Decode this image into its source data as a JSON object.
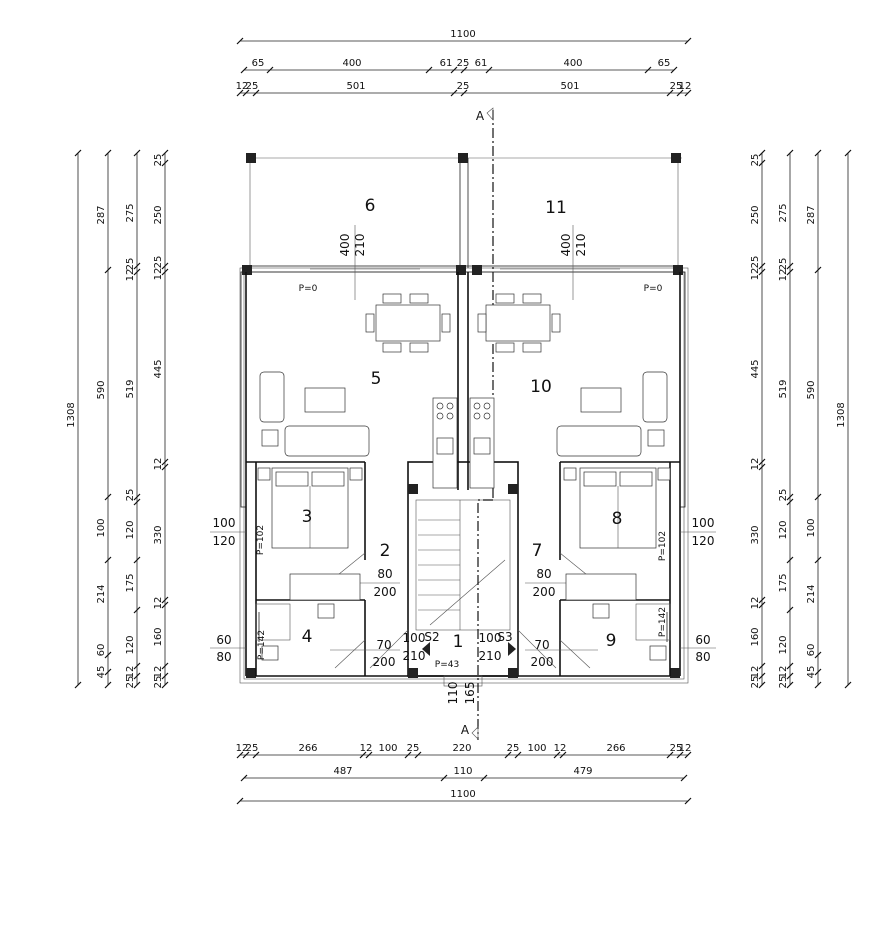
{
  "plan": {
    "top_dims": {
      "overall": "1100",
      "row2": [
        "65",
        "400",
        "61",
        "25",
        "61",
        "400",
        "65"
      ],
      "row3": [
        "12",
        "25",
        "501",
        "25",
        "501",
        "25",
        "12"
      ]
    },
    "bottom_dims": {
      "row1": [
        "12",
        "25",
        "266",
        "12",
        "100",
        "25",
        "220",
        "25",
        "100",
        "12",
        "266",
        "25",
        "12"
      ],
      "row2": [
        "487",
        "110",
        "479"
      ],
      "overall": "1100"
    },
    "left_dims": {
      "col1": [
        "1308"
      ],
      "col2": [
        "287",
        "590",
        "100",
        "214",
        "60",
        "45"
      ],
      "col3": [
        "275",
        "25",
        "12",
        "519",
        "25",
        "120",
        "175",
        "120",
        "12",
        "25"
      ],
      "col4": [
        "25",
        "250",
        "25",
        "12",
        "445",
        "12",
        "330",
        "12",
        "160",
        "12",
        "25"
      ]
    },
    "right_dims": {
      "col1": [
        "25",
        "250",
        "25",
        "12",
        "445",
        "12",
        "330",
        "12",
        "160",
        "12",
        "25"
      ],
      "col2": [
        "275",
        "25",
        "12",
        "519",
        "25",
        "120",
        "175",
        "120",
        "12",
        "25"
      ],
      "col3": [
        "287",
        "590",
        "100",
        "214",
        "60",
        "45"
      ],
      "col4": [
        "1308"
      ]
    },
    "rooms": [
      "1",
      "2",
      "3",
      "4",
      "5",
      "6",
      "7",
      "8",
      "9",
      "10",
      "11"
    ],
    "openings": {
      "terrace_left": [
        "400",
        "210"
      ],
      "terrace_right": [
        "400",
        "210"
      ],
      "p_terrace_left": "P=0",
      "p_terrace_right": "P=0",
      "bed_win_left": [
        "100",
        "120"
      ],
      "bed_win_right": [
        "100",
        "120"
      ],
      "door_2": [
        "80",
        "200"
      ],
      "door_7": [
        "80",
        "200"
      ],
      "bath_win_left": [
        "60",
        "80"
      ],
      "bath_win_right": [
        "60",
        "80"
      ],
      "door_4": [
        "70",
        "200"
      ],
      "door_9": [
        "70",
        "200"
      ],
      "entry_left": [
        "100",
        "210"
      ],
      "entry_right": [
        "100",
        "210"
      ],
      "s2": "S2",
      "s3": "S3",
      "p_entry": "P=43",
      "entry_dims": [
        "110",
        "165"
      ],
      "p_bed_left": "P=102",
      "p_bed_right": "P=102",
      "p_bath_left": "P=142",
      "p_bath_right": "P=142"
    },
    "section_marks": [
      "A",
      "A"
    ]
  }
}
